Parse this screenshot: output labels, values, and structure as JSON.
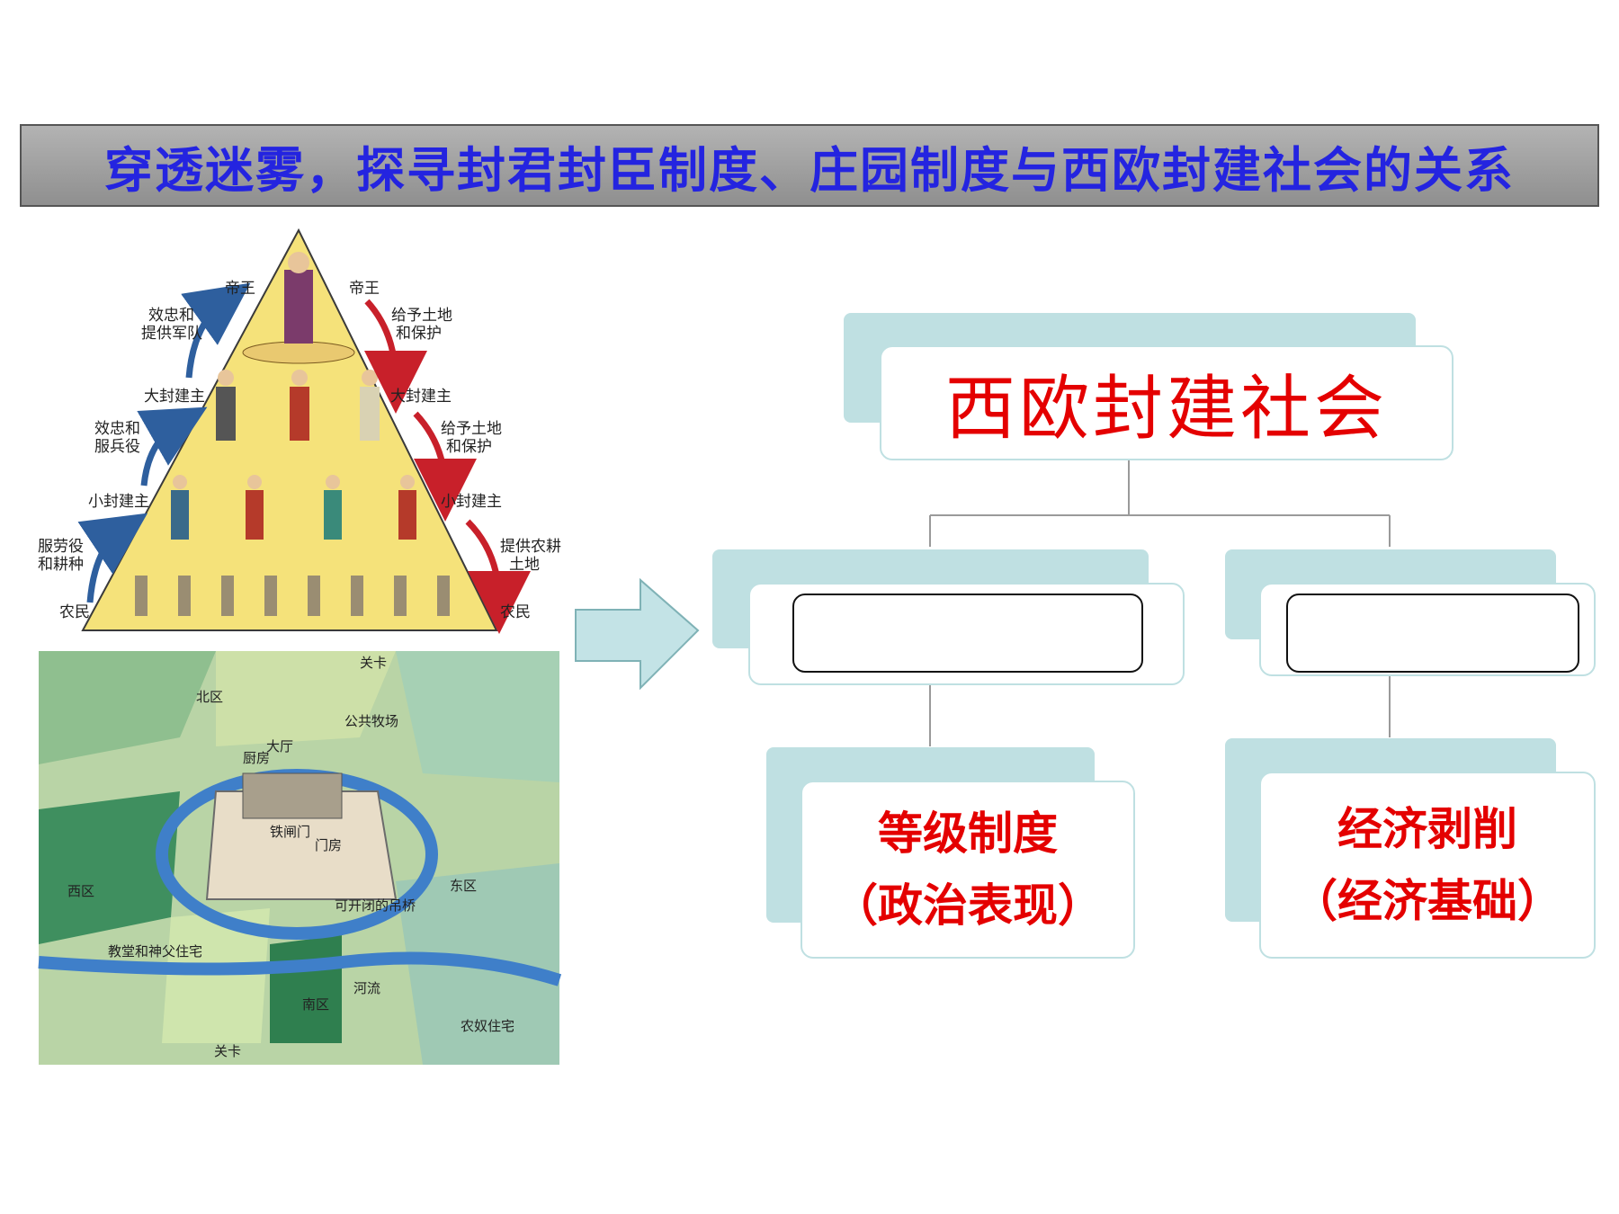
{
  "title": "穿透迷雾，探寻封君封臣制度、庄园制度与西欧封建社会的关系",
  "pyramid": {
    "left_labels": [
      "帝王",
      "效忠和",
      "提供军队",
      "大封建主",
      "效忠和",
      "服兵役",
      "小封建主",
      "服劳役",
      "和耕种",
      "农民"
    ],
    "right_labels": [
      "帝王",
      "给予土地",
      "和保护",
      "大封建主",
      "给予土地",
      "和保护",
      "小封建主",
      "提供农耕",
      "土地",
      "农民"
    ]
  },
  "manor_map": {
    "labels": [
      "关卡",
      "北区",
      "公共牧场",
      "大厅",
      "厨房",
      "铁闸门",
      "门房",
      "东区",
      "西区",
      "可开闭的吊桥",
      "教堂和神父住宅",
      "河流",
      "南区",
      "农奴住宅",
      "关卡"
    ]
  },
  "tree": {
    "root": "西欧封建社会",
    "left_leaf_line1": "等级制度",
    "left_leaf_line2": "（政治表现）",
    "right_leaf_line1": "经济剥削",
    "right_leaf_line2": "（经济基础）"
  },
  "colors": {
    "title_text": "#2424e0",
    "title_bg": "#a6a6a6",
    "box_shadow": "#bfe0e2",
    "leaf_text": "#e40000",
    "arrow": "#c3e3e6"
  }
}
